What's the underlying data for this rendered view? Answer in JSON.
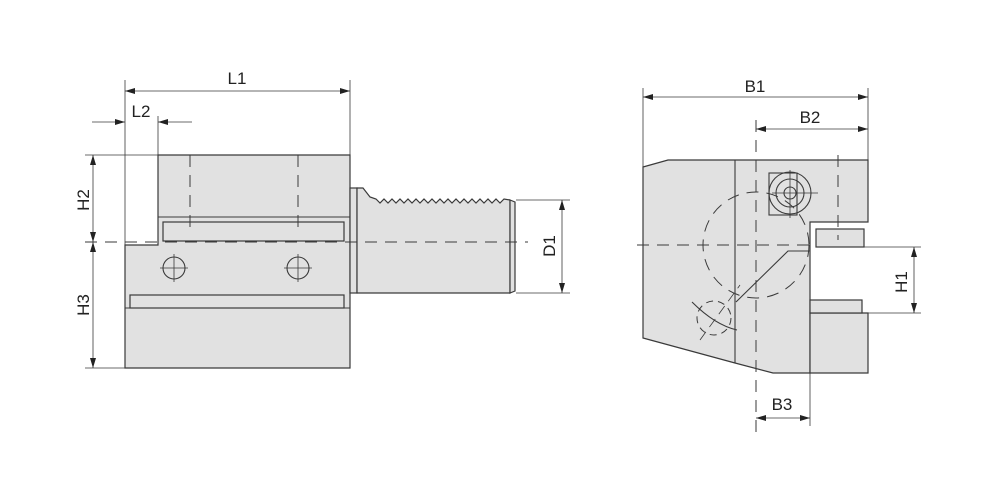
{
  "drawing": {
    "side_view": {
      "labels": {
        "L1": "L1",
        "L2": "L2",
        "H2": "H2",
        "H3": "H3",
        "D1": "D1"
      }
    },
    "front_view": {
      "labels": {
        "B1": "B1",
        "B2": "B2",
        "B3": "B3",
        "H1": "H1"
      }
    },
    "colors": {
      "fill": "#e1e1e1",
      "line": "#3a3a3a"
    }
  }
}
